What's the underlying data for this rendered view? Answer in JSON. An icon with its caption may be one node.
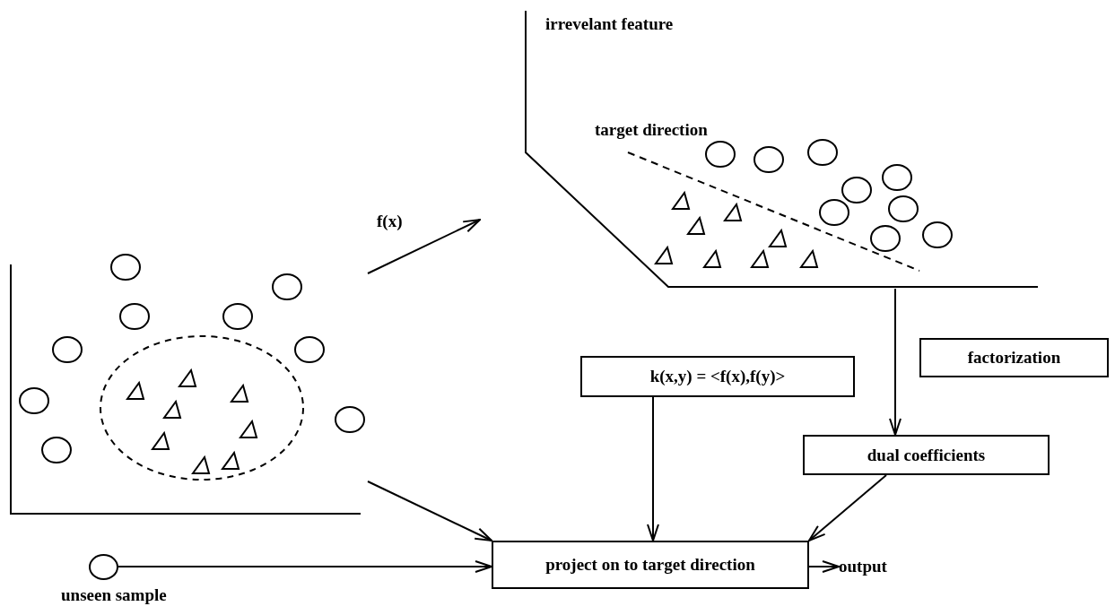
{
  "diagram": {
    "nodes": [
      {
        "text": [],
        "shape": "picture"
      },
      {
        "text": [],
        "shape": "picture"
      },
      {
        "text": [
          "k(x,y) = <f(x),f(y)>"
        ]
      },
      {
        "text": [
          "factorization"
        ]
      },
      {
        "text": [
          "dual coefficients"
        ]
      },
      {
        "text": [
          "project on to target direction"
        ]
      },
      {
        "text": [],
        "shape": "circle",
        "beside": [
          "unseen sample"
        ]
      },
      {
        "text": [
          "output"
        ]
      }
    ],
    "edges": [
      {
        "from": 0,
        "to": 1,
        "arrow": "to",
        "label": "f(x)"
      },
      {
        "from": 0,
        "to": 5,
        "arrow": "to"
      },
      {
        "from": 1,
        "to": 4,
        "arrow": "to"
      },
      {
        "from": 2,
        "to": 5,
        "arrow": "to"
      },
      {
        "from": 4,
        "to": 5,
        "arrow": "to"
      },
      {
        "from": 6,
        "to": 5,
        "arrow": "to"
      },
      {
        "from": 5,
        "to": 7,
        "arrow": "to"
      }
    ],
    "labels": [
      "irrevelant feature",
      "target direction"
    ]
  }
}
